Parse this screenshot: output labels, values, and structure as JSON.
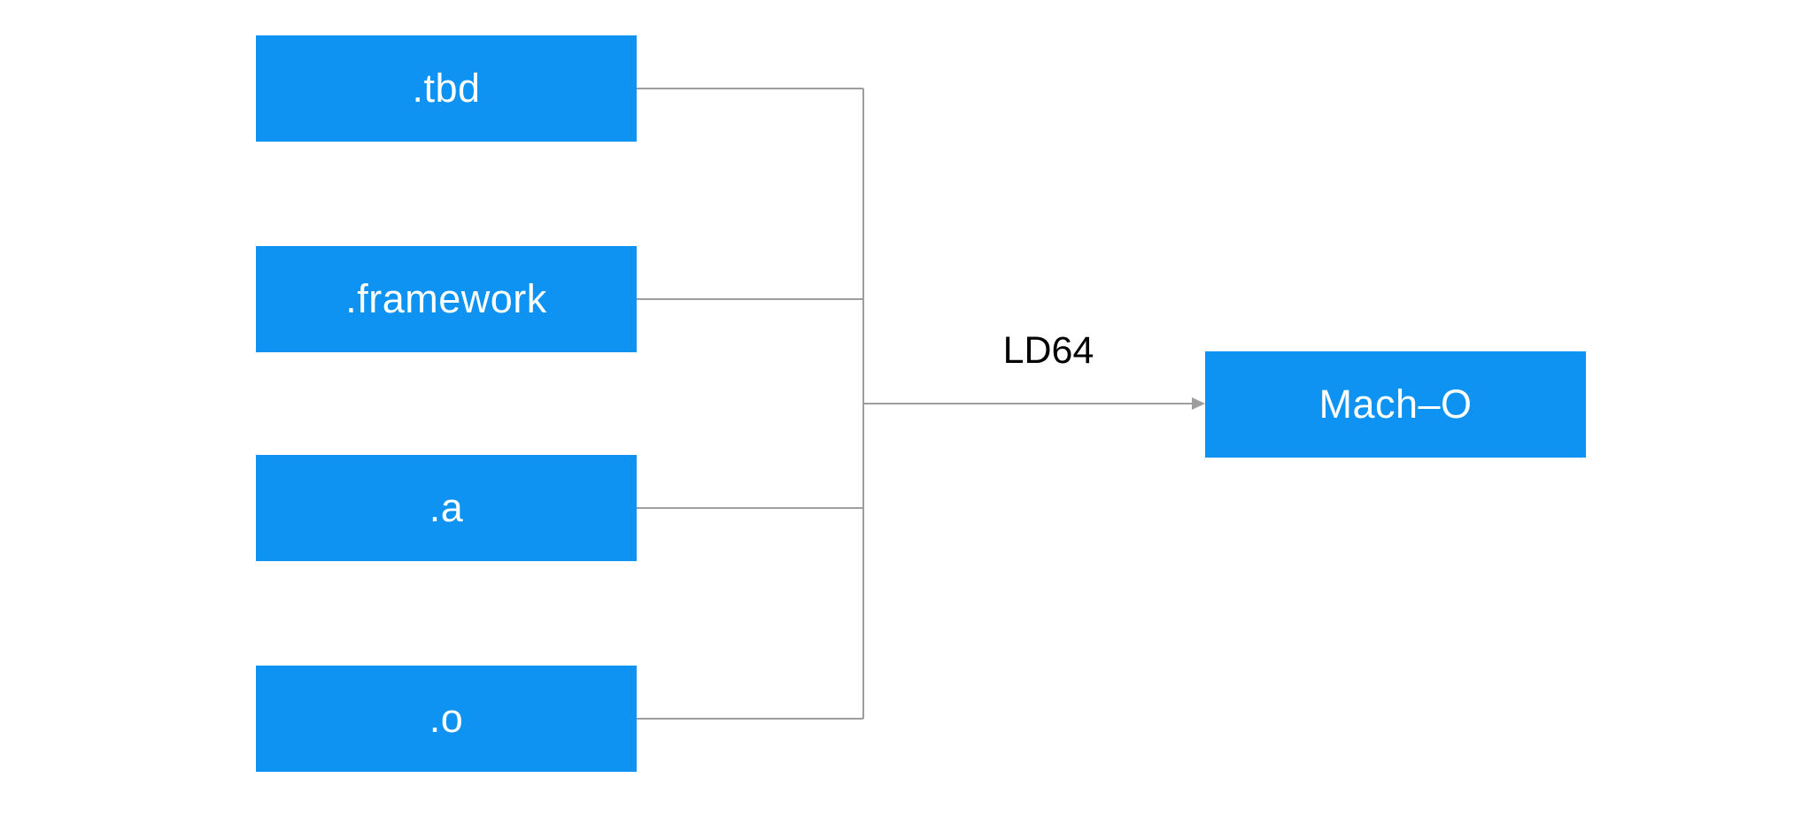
{
  "diagram": {
    "nodes": [
      {
        "id": "tbd",
        "label": ".tbd"
      },
      {
        "id": "framework",
        "label": ".framework"
      },
      {
        "id": "a",
        "label": ".a"
      },
      {
        "id": "o",
        "label": ".o"
      },
      {
        "id": "macho",
        "label": "Mach–O"
      }
    ],
    "connections": {
      "sources": [
        ".tbd",
        ".framework",
        ".a",
        ".o"
      ],
      "target": "Mach–O",
      "label": "LD64"
    },
    "colors": {
      "node_fill": "#0E93F2",
      "node_text": "#FFFFFF",
      "connector": "#9E9E9E",
      "edge_label_text": "#000000",
      "background": "#FFFFFF"
    }
  }
}
